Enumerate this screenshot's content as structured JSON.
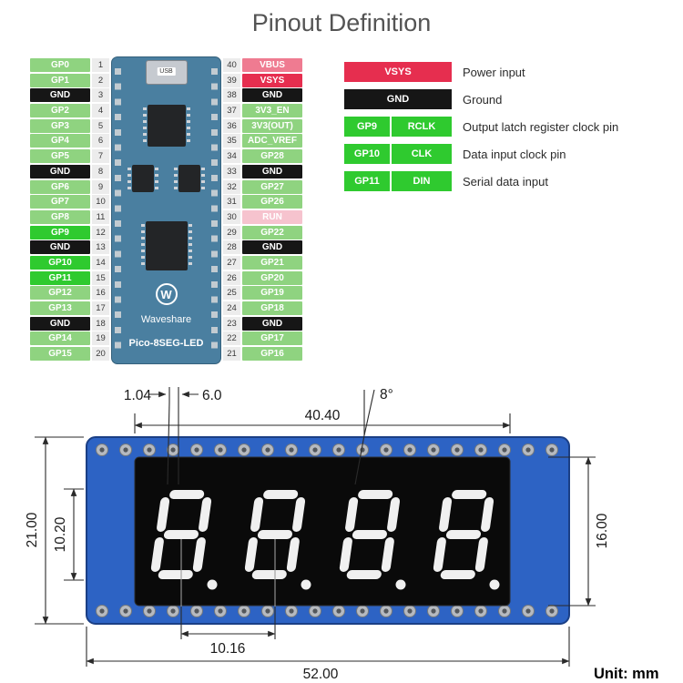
{
  "title": "Pinout Definition",
  "board": {
    "usb_label": "USB",
    "logo_letter": "W",
    "brand": "Waveshare",
    "model": "Pico-8SEG-LED"
  },
  "colors": {
    "gp": "#8fd380",
    "hl": "#2fca2f",
    "gnd": "#161616",
    "vsys": "#e62e4f",
    "vbus": "#ef7b91",
    "run": "#f6c3ce",
    "pcb": "#2d63c4"
  },
  "pins": {
    "left": [
      {
        "label": "GP0",
        "num": "1",
        "type": "gp"
      },
      {
        "label": "GP1",
        "num": "2",
        "type": "gp"
      },
      {
        "label": "GND",
        "num": "3",
        "type": "gnd"
      },
      {
        "label": "GP2",
        "num": "4",
        "type": "gp"
      },
      {
        "label": "GP3",
        "num": "5",
        "type": "gp"
      },
      {
        "label": "GP4",
        "num": "6",
        "type": "gp"
      },
      {
        "label": "GP5",
        "num": "7",
        "type": "gp"
      },
      {
        "label": "GND",
        "num": "8",
        "type": "gnd"
      },
      {
        "label": "GP6",
        "num": "9",
        "type": "gp"
      },
      {
        "label": "GP7",
        "num": "10",
        "type": "gp"
      },
      {
        "label": "GP8",
        "num": "11",
        "type": "gp"
      },
      {
        "label": "GP9",
        "num": "12",
        "type": "hl"
      },
      {
        "label": "GND",
        "num": "13",
        "type": "gnd"
      },
      {
        "label": "GP10",
        "num": "14",
        "type": "hl"
      },
      {
        "label": "GP11",
        "num": "15",
        "type": "hl"
      },
      {
        "label": "GP12",
        "num": "16",
        "type": "gp"
      },
      {
        "label": "GP13",
        "num": "17",
        "type": "gp"
      },
      {
        "label": "GND",
        "num": "18",
        "type": "gnd"
      },
      {
        "label": "GP14",
        "num": "19",
        "type": "gp"
      },
      {
        "label": "GP15",
        "num": "20",
        "type": "gp"
      }
    ],
    "right": [
      {
        "label": "VBUS",
        "num": "40",
        "type": "vbus"
      },
      {
        "label": "VSYS",
        "num": "39",
        "type": "vsys"
      },
      {
        "label": "GND",
        "num": "38",
        "type": "gnd"
      },
      {
        "label": "3V3_EN",
        "num": "37",
        "type": "gp"
      },
      {
        "label": "3V3(OUT)",
        "num": "36",
        "type": "gp"
      },
      {
        "label": "ADC_VREF",
        "num": "35",
        "type": "gp"
      },
      {
        "label": "GP28",
        "num": "34",
        "type": "gp"
      },
      {
        "label": "GND",
        "num": "33",
        "type": "gnd"
      },
      {
        "label": "GP27",
        "num": "32",
        "type": "gp"
      },
      {
        "label": "GP26",
        "num": "31",
        "type": "gp"
      },
      {
        "label": "RUN",
        "num": "30",
        "type": "run"
      },
      {
        "label": "GP22",
        "num": "29",
        "type": "gp"
      },
      {
        "label": "GND",
        "num": "28",
        "type": "gnd"
      },
      {
        "label": "GP21",
        "num": "27",
        "type": "gp"
      },
      {
        "label": "GP20",
        "num": "26",
        "type": "gp"
      },
      {
        "label": "GP19",
        "num": "25",
        "type": "gp"
      },
      {
        "label": "GP18",
        "num": "24",
        "type": "gp"
      },
      {
        "label": "GND",
        "num": "23",
        "type": "gnd"
      },
      {
        "label": "GP17",
        "num": "22",
        "type": "gp"
      },
      {
        "label": "GP16",
        "num": "21",
        "type": "gp"
      }
    ]
  },
  "legend": [
    {
      "labels": [
        "VSYS"
      ],
      "color": "#e62e4f",
      "desc": "Power input"
    },
    {
      "labels": [
        "GND"
      ],
      "color": "#161616",
      "desc": "Ground"
    },
    {
      "labels": [
        "GP9",
        "RCLK"
      ],
      "color": "#2fca2f",
      "desc": "Output latch register clock pin"
    },
    {
      "labels": [
        "GP10",
        "CLK"
      ],
      "color": "#2fca2f",
      "desc": "Data input clock pin"
    },
    {
      "labels": [
        "GP11",
        "DIN"
      ],
      "color": "#2fca2f",
      "desc": "Serial data input"
    }
  ],
  "dims": {
    "seg_thickness": "1.04",
    "digit_width": "6.0",
    "tilt_angle": "8°",
    "display_width": "40.40",
    "board_height": "21.00",
    "digit_height": "10.20",
    "display_height": "16.00",
    "digit_pitch": "10.16",
    "board_width": "52.00",
    "unit_label": "Unit: mm"
  },
  "display_value": "8888"
}
